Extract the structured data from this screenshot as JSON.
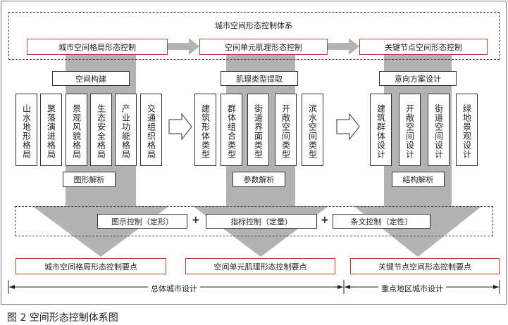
{
  "diagram": {
    "system_title": "城市空间形态控制体系",
    "levels": [
      {
        "title": "城市空间格局形态控制"
      },
      {
        "title": "空间单元肌理形态控制"
      },
      {
        "title": "关键节点空间形态控制"
      }
    ],
    "columns": [
      {
        "step": "空间构建",
        "items": [
          "山水地形格局",
          "聚落演进格局",
          "景观风貌格局",
          "生态安全格局",
          "产业功能格局",
          "交通组织格局"
        ],
        "analysis": "图形解析",
        "key_points": "城市空间格局形态控制要点"
      },
      {
        "step": "肌理类型提取",
        "items": [
          "建筑形体类型",
          "群体组合类型",
          "街道界面类型",
          "开敞空间类型",
          "滨水空间类型"
        ],
        "analysis": "参数解析",
        "key_points": "空间单元肌理形态控制要点"
      },
      {
        "step": "意向方案设计",
        "items": [
          "建筑群体设计",
          "开敞空间设计",
          "街道空间设计",
          "绿地景观设计"
        ],
        "analysis": "结构解析",
        "key_points": "关键节点空间形态控制要点"
      }
    ],
    "controls": [
      "图示控制（定形）",
      "指标控制（定量）",
      "条文控制（定性）"
    ],
    "plus_sign": "+",
    "scopes": [
      "总体城市设计",
      "重点地区城市设计"
    ]
  },
  "caption": "图 2  空间形态控制体系图",
  "colors": {
    "arrow_gray": "#b3b3b3",
    "red_border": "#c0392b",
    "line": "#333333"
  }
}
